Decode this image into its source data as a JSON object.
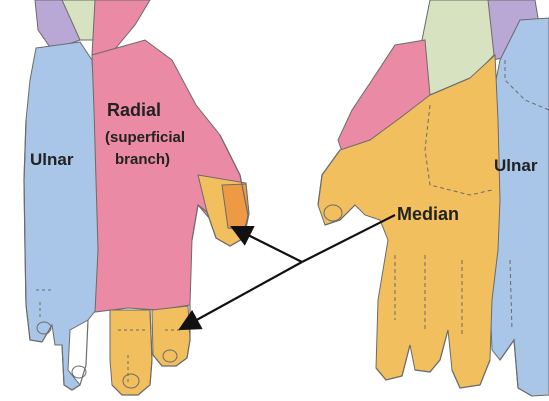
{
  "labels": {
    "ulnar_left": "Ulnar",
    "radial_title": "Radial",
    "radial_sub1": "(superficial",
    "radial_sub2": "branch)",
    "median": "Median",
    "ulnar_right": "Ulnar"
  },
  "colors": {
    "ulnar": "#a9c5e8",
    "radial": "#eb8aa4",
    "median": "#f2bf5e",
    "median_dark": "#ee9a45",
    "purple": "#b9a7d6",
    "green": "#d7e3c0",
    "outline": "#6b6b6b"
  }
}
